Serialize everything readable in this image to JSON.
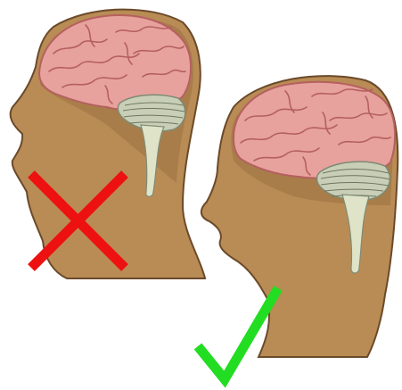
{
  "figures": [
    {
      "id": "left-head",
      "verdict": "incorrect",
      "mark": "cross-icon"
    },
    {
      "id": "right-head",
      "verdict": "correct",
      "mark": "check-icon"
    }
  ],
  "colors": {
    "background": "#ffffff",
    "skin": "#b98c55",
    "skin_shadow": "#8a6236",
    "brain": "#e7a29d",
    "brain_fold": "#b5605f",
    "cerebellum": "#c8cfb6",
    "cerebellum_line": "#6d7660",
    "cerebellum_dark": "#7f8a74",
    "stem": "#dfe3c8",
    "skull_outline": "#6b4a2a",
    "cross": "#ee1111",
    "check": "#22dd22"
  }
}
